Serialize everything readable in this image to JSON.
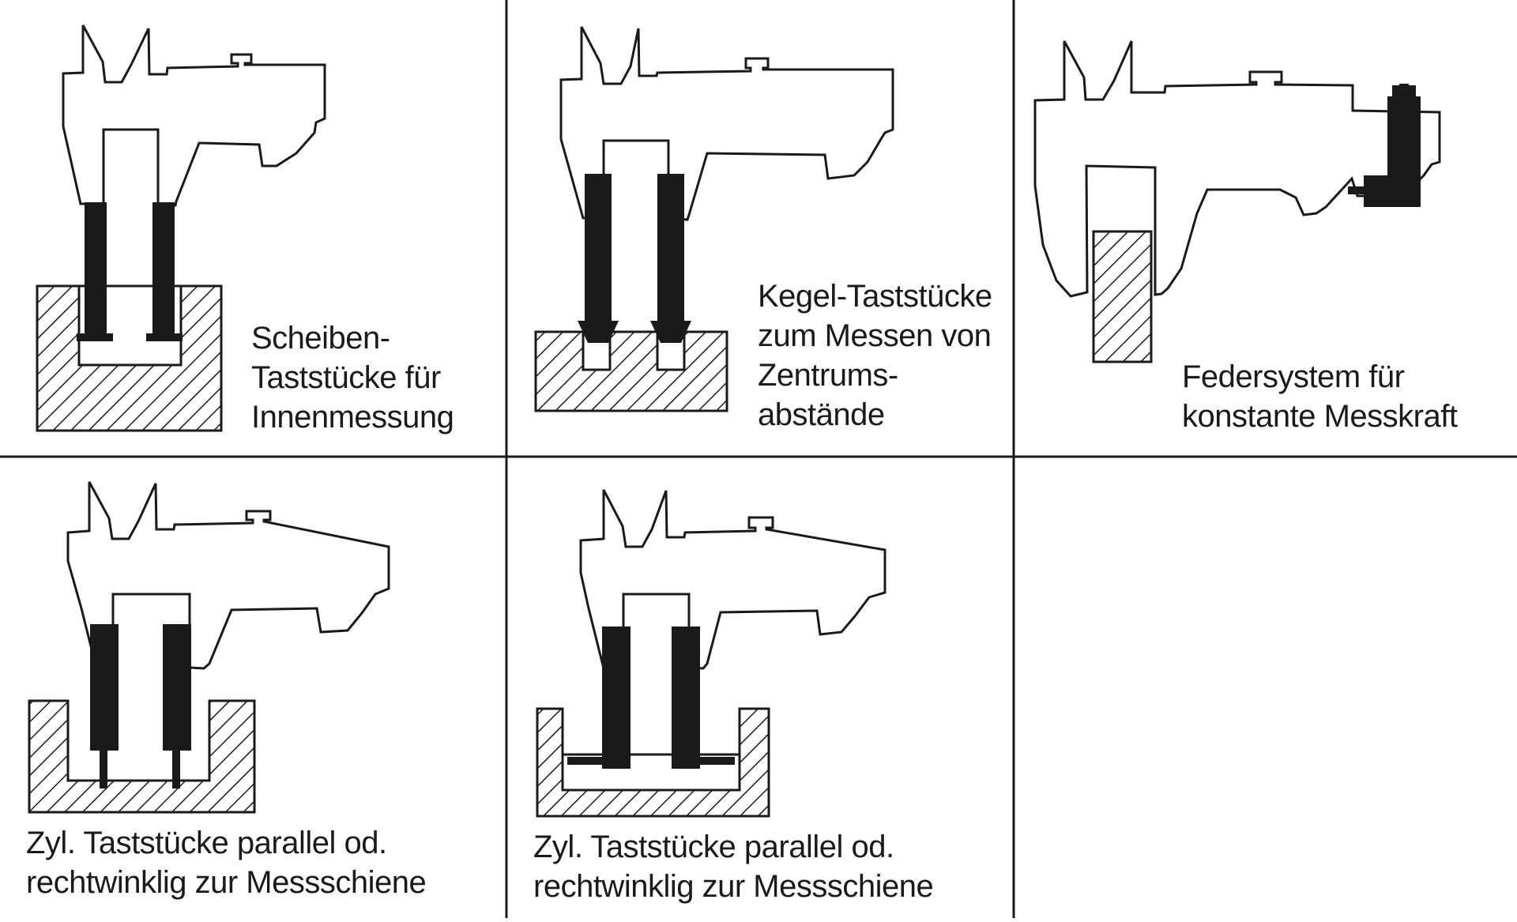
{
  "colors": {
    "ink": "#1a1a1a",
    "background": "#ffffff"
  },
  "panels": [
    {
      "id": "disc-probes",
      "caption": [
        "Scheiben-",
        "Taststücke für",
        "Innenmessung"
      ]
    },
    {
      "id": "cone-probes",
      "caption": [
        "Kegel-Taststücke",
        "zum Messen von",
        "Zentrums-",
        "abstände"
      ]
    },
    {
      "id": "spring-system",
      "caption": [
        "Federsystem für",
        "konstante Messkraft"
      ]
    },
    {
      "id": "cylinder-probes-parallel",
      "caption": [
        "Zyl. Taststücke parallel od.",
        "rechtwinklig zur Messschiene"
      ]
    },
    {
      "id": "cylinder-probes-rightangle",
      "caption": [
        "Zyl. Taststücke parallel od.",
        "rechtwinklig zur Messschiene"
      ]
    }
  ]
}
